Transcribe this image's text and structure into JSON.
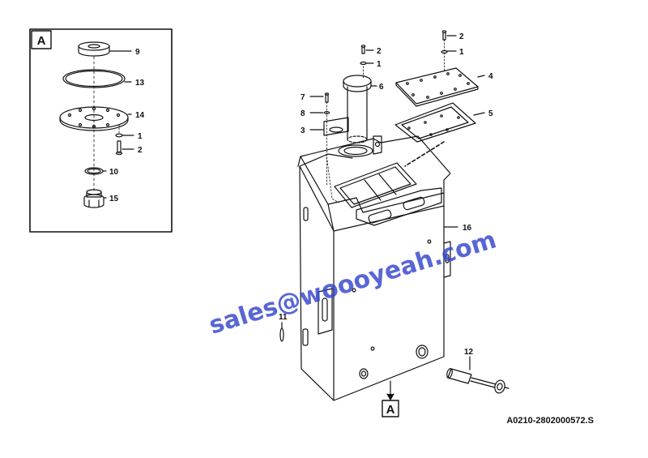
{
  "detail_label": "A",
  "view_marker": "A",
  "watermark": "sales@woooyeah.com",
  "drawing_reference": "A0210-2802000572.S",
  "callouts": {
    "detail": {
      "filler_cap": "9",
      "o_ring": "13",
      "flange_plate": "14",
      "washer": "1",
      "bolt": "2",
      "seal_ring": "10",
      "drain_plug": "15"
    },
    "main": {
      "bolt_upper": "2",
      "washer_upper": "1",
      "filler_tube": "6",
      "bolt_right": "2",
      "washer_right": "1",
      "cover_plate": "4",
      "gasket": "5",
      "bolt_left": "7",
      "washer_left": "8",
      "clamp": "3",
      "tank": "16",
      "level_gauge": "11",
      "drain_valve": "12"
    }
  },
  "colors": {
    "line": "#111111",
    "watermark": "#3344cc"
  }
}
